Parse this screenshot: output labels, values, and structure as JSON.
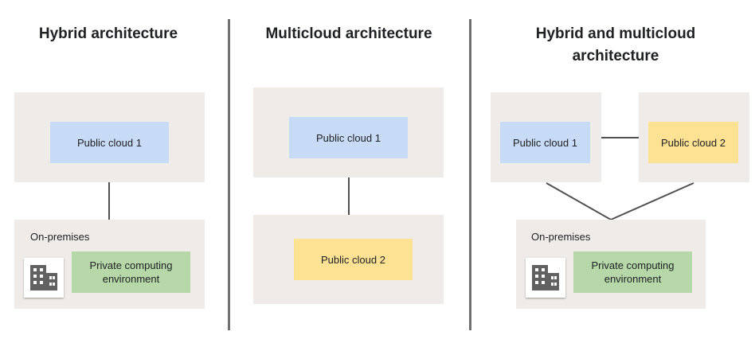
{
  "titles": {
    "hybrid": "Hybrid architecture",
    "multicloud": "Multicloud architecture",
    "hybrid_multicloud_line1": "Hybrid and multicloud",
    "hybrid_multicloud_line2": "architecture"
  },
  "hybrid": {
    "cloud": "Public cloud 1",
    "onprem_label": "On-premises",
    "private_line1": "Private computing",
    "private_line2": "environment"
  },
  "multicloud": {
    "cloud1": "Public cloud 1",
    "cloud2": "Public cloud 2"
  },
  "hybrid_multicloud": {
    "cloud1": "Public cloud 1",
    "cloud2": "Public cloud 2",
    "onprem_label": "On-premises",
    "private_line1": "Private computing",
    "private_line2": "environment"
  },
  "icons": [
    "building-icon"
  ],
  "colors": {
    "panel": "#efebe8",
    "cloud_blue": "#c8dbf6",
    "cloud_yellow": "#fde293",
    "private_green": "#b6d7a8",
    "divider": "#707070"
  }
}
